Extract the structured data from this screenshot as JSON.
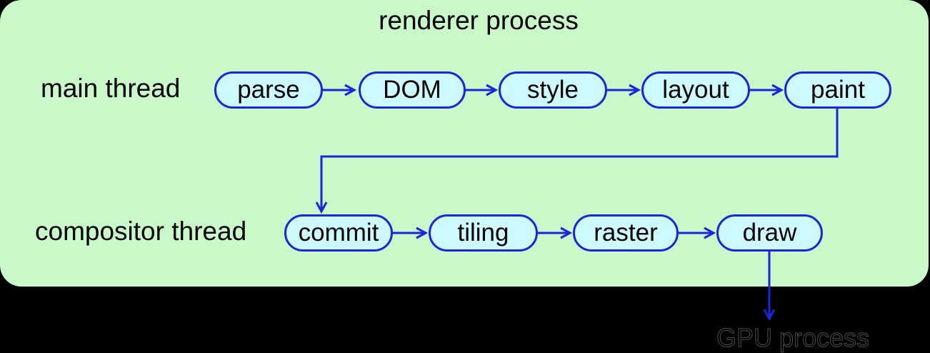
{
  "title": "renderer process",
  "colors": {
    "outer_background": "#000000",
    "panel_background": "#c9f8c9",
    "node_fill": "#cdfaff",
    "stroke_blue": "#1c24dd",
    "text_black": "#000000"
  },
  "main_thread": {
    "label": "main thread",
    "nodes": [
      "parse",
      "DOM",
      "style",
      "layout",
      "paint"
    ]
  },
  "compositor_thread": {
    "label": "compositor thread",
    "nodes": [
      "commit",
      "tiling",
      "raster",
      "draw"
    ]
  },
  "external": {
    "gpu_label": "GPU process"
  },
  "edges": [
    {
      "from": "parse",
      "to": "DOM"
    },
    {
      "from": "DOM",
      "to": "style"
    },
    {
      "from": "style",
      "to": "layout"
    },
    {
      "from": "layout",
      "to": "paint"
    },
    {
      "from": "paint",
      "to": "commit"
    },
    {
      "from": "commit",
      "to": "tiling"
    },
    {
      "from": "tiling",
      "to": "raster"
    },
    {
      "from": "raster",
      "to": "draw"
    },
    {
      "from": "draw",
      "to": "GPU process"
    }
  ]
}
